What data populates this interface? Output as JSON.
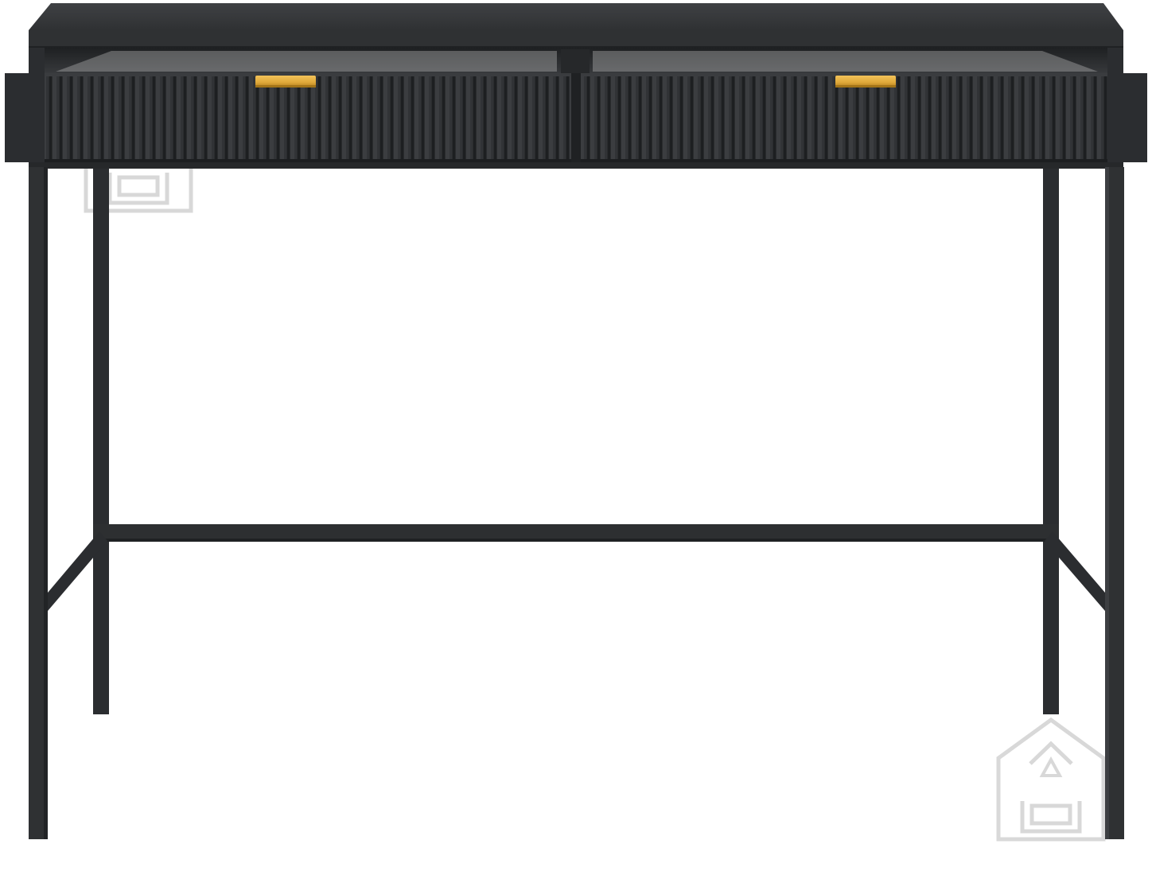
{
  "scene": {
    "subject": "console-desk",
    "colors": {
      "background": "#ffffff",
      "body": "#2f3133",
      "body_dark": "#232527",
      "body_light": "#3d3f42",
      "top_surface": "#3a3c3f",
      "handle": "#e0a93a",
      "handle_shadow": "#b78321",
      "watermark": "#b9b9b9"
    },
    "drawers": [
      {
        "name": "left-drawer",
        "state": "open",
        "handle": "brass-bar"
      },
      {
        "name": "right-drawer",
        "state": "open",
        "handle": "brass-bar"
      }
    ],
    "icons": [
      "house-sofa-watermark-icon",
      "house-sofa-watermark-icon"
    ]
  }
}
